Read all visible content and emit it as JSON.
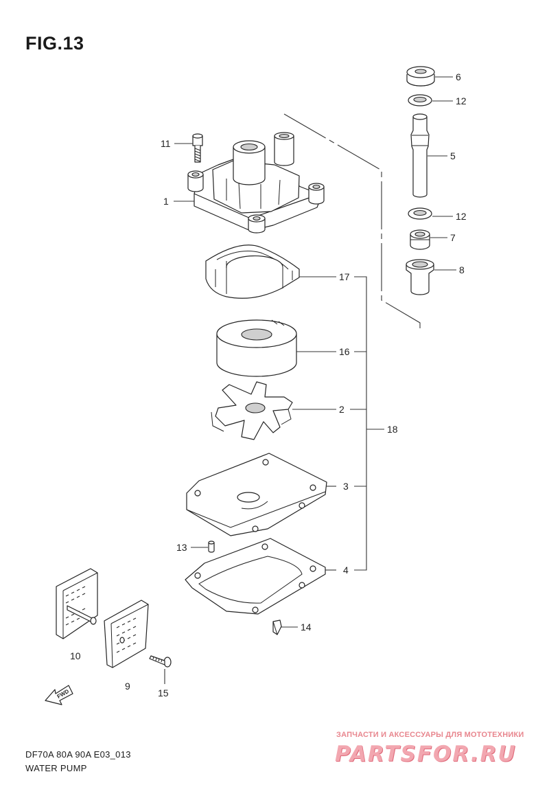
{
  "figure": {
    "title": "FIG.13"
  },
  "parts": [
    {
      "id": "6"
    },
    {
      "id": "12a",
      "label": "12"
    },
    {
      "id": "5"
    },
    {
      "id": "12b",
      "label": "12"
    },
    {
      "id": "7"
    },
    {
      "id": "8"
    },
    {
      "id": "11"
    },
    {
      "id": "1"
    },
    {
      "id": "17"
    },
    {
      "id": "16"
    },
    {
      "id": "2"
    },
    {
      "id": "18"
    },
    {
      "id": "3"
    },
    {
      "id": "13"
    },
    {
      "id": "4"
    },
    {
      "id": "14"
    },
    {
      "id": "10"
    },
    {
      "id": "9"
    },
    {
      "id": "15"
    }
  ],
  "labels": {
    "p6": "6",
    "p12a": "12",
    "p5": "5",
    "p12b": "12",
    "p7": "7",
    "p8": "8",
    "p11": "11",
    "p1": "1",
    "p17": "17",
    "p16": "16",
    "p2": "2",
    "p18": "18",
    "p3": "3",
    "p13": "13",
    "p4": "4",
    "p14": "14",
    "p10": "10",
    "p9": "9",
    "p15": "15"
  },
  "fwd_arrow": {
    "label": "FWD"
  },
  "footer": {
    "model": "DF70A 80A 90A E03_013",
    "name": "WATER PUMP"
  },
  "watermark": {
    "tagline": "ЗАПЧАСТИ И АКСЕССУАРЫ ДЛЯ МОТОТЕХНИКИ",
    "logo": "PARTSFOR.RU"
  }
}
